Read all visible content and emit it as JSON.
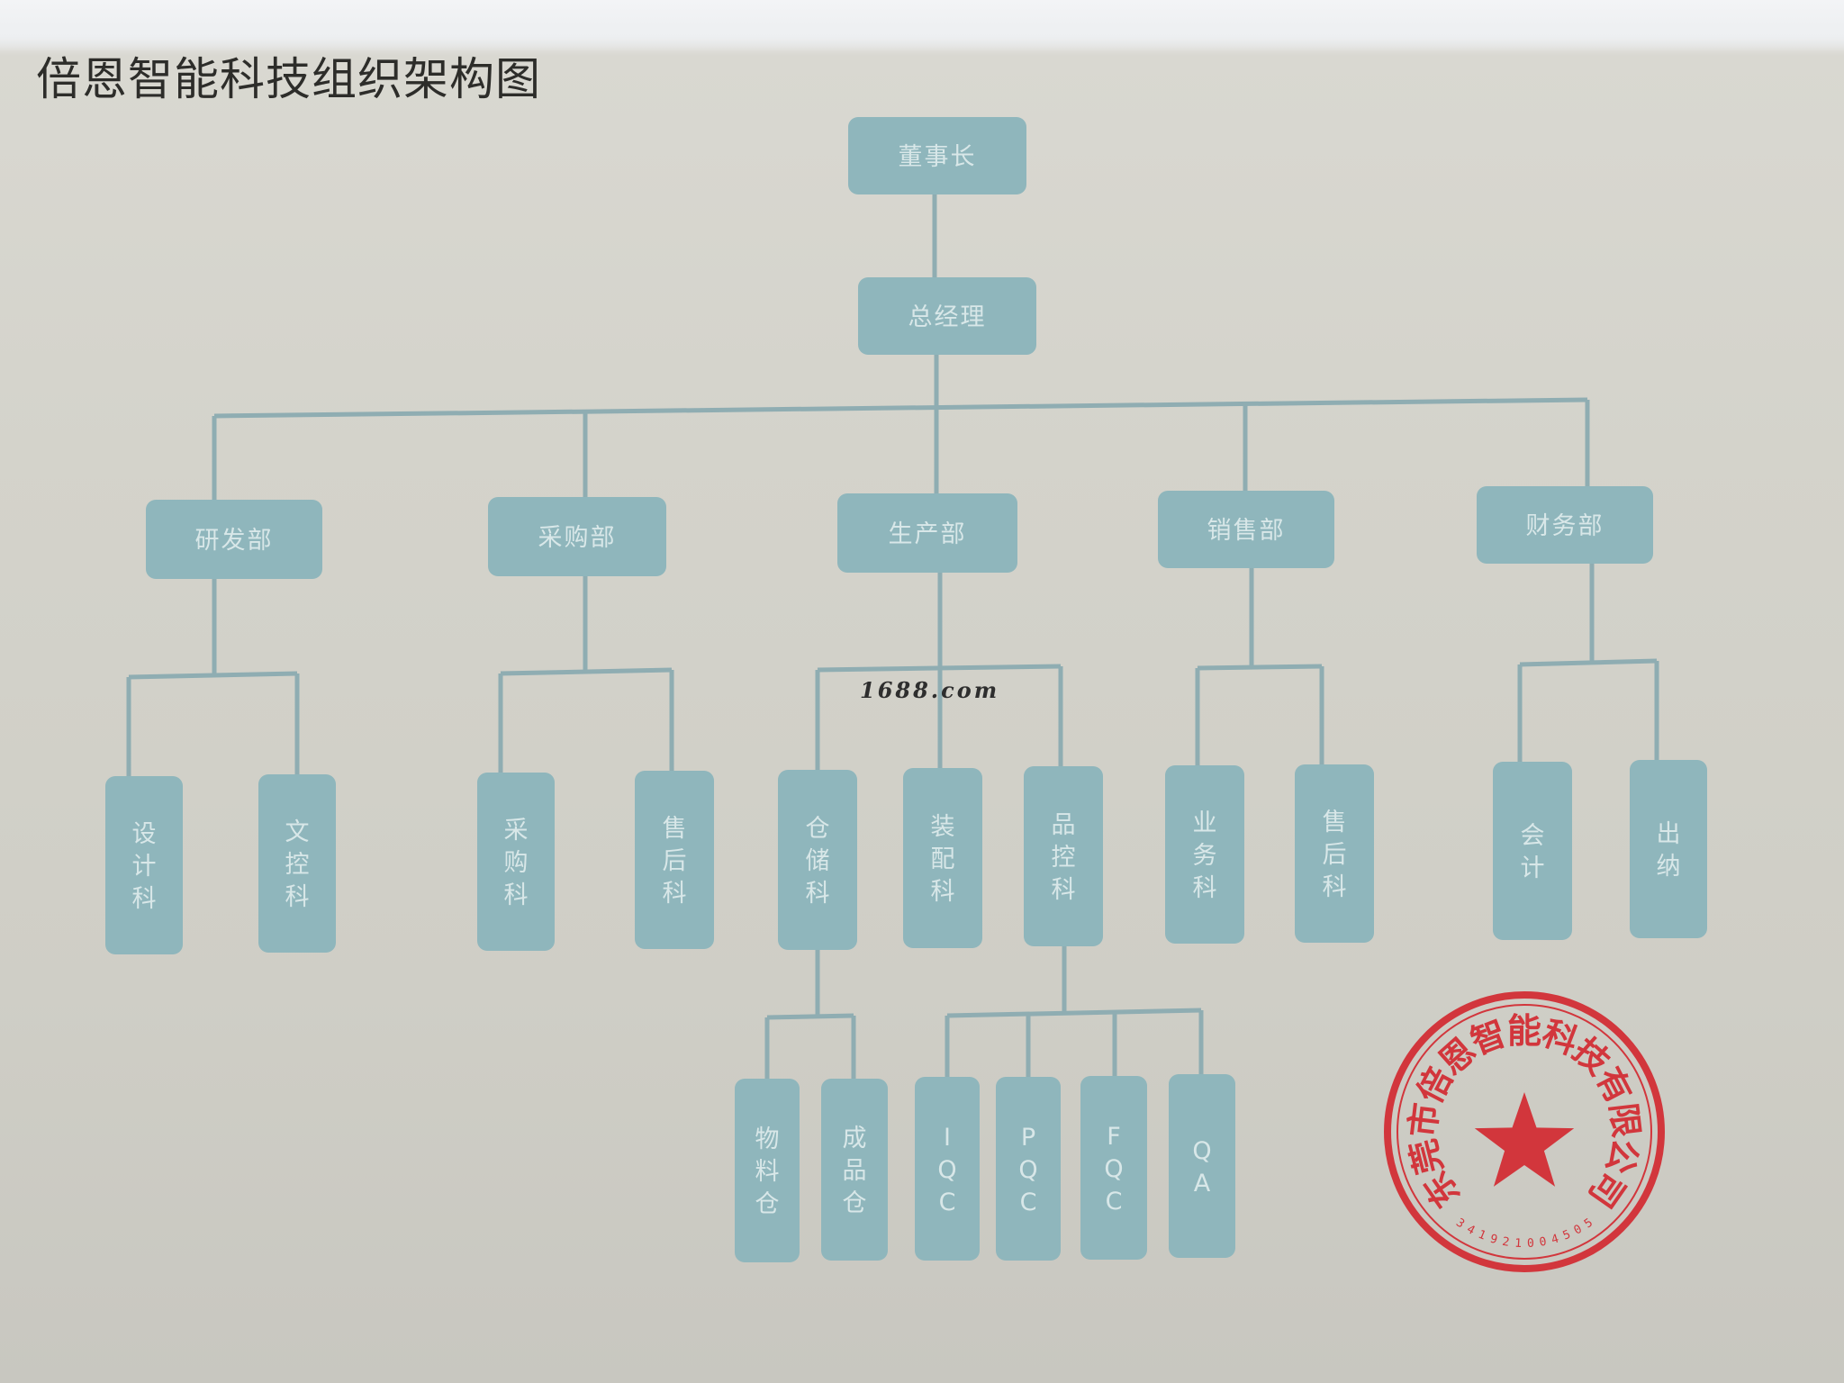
{
  "title": "倍恩智能科技组织架构图",
  "watermark": "1688.com",
  "colors": {
    "box": "#8fb6bc",
    "line": "#8fadb2",
    "box_text": "#d8e7e8",
    "seal": "#d2363c"
  },
  "nodes": {
    "chairman": "董事长",
    "general_manager": "总经理",
    "rd": "研发部",
    "purchasing": "采购部",
    "production": "生产部",
    "sales": "销售部",
    "finance": "财务部",
    "design": "设计科",
    "document_control": "文控科",
    "procurement": "采购科",
    "after_sales_purchasing": "售后科",
    "warehouse": "仓储科",
    "assembly": "装配科",
    "quality_control": "品控科",
    "business": "业务科",
    "after_sales": "售后科",
    "accounting": "会计",
    "cashier": "出纳",
    "material_store": "物料仓",
    "finished_goods_store": "成品仓",
    "iqc": "IQC",
    "pqc": "PQC",
    "fqc": "FQC",
    "qa": "QA"
  },
  "seal": {
    "text": "东莞市倍恩智能科技有限公司",
    "number": "341921004505",
    "icon": "star-icon"
  }
}
